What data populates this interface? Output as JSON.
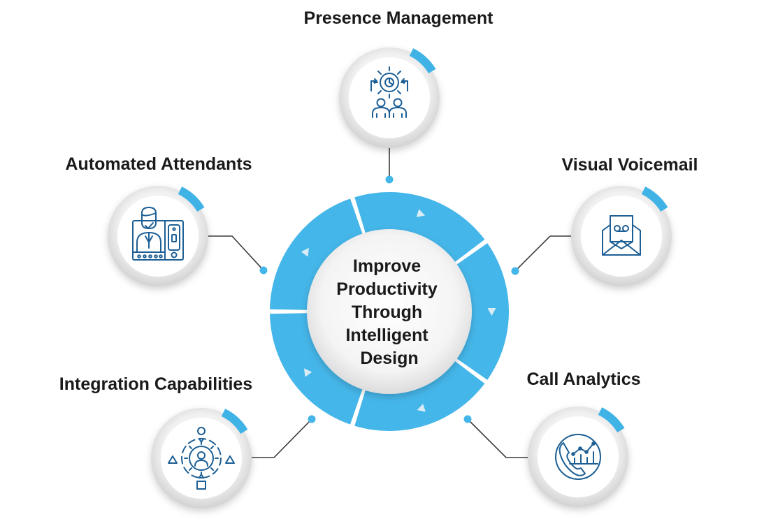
{
  "center": {
    "lines": [
      "Improve",
      "Productivity",
      "Through",
      "Intelligent",
      "Design"
    ]
  },
  "features": [
    {
      "label": "Presence Management",
      "icon": "team-settings-icon"
    },
    {
      "label": "Automated Attendants",
      "icon": "video-intercom-icon"
    },
    {
      "label": "Visual Voicemail",
      "icon": "voicemail-envelope-icon"
    },
    {
      "label": "Integration Capabilities",
      "icon": "integration-gear-icon"
    },
    {
      "label": "Call Analytics",
      "icon": "phone-analytics-icon"
    }
  ],
  "colors": {
    "ring": "#45b6e9",
    "icon_stroke": "#1d5f95",
    "accent_arc": "#3fb2e6",
    "connector": "#3a3a3a",
    "text": "#1a1a1a"
  }
}
